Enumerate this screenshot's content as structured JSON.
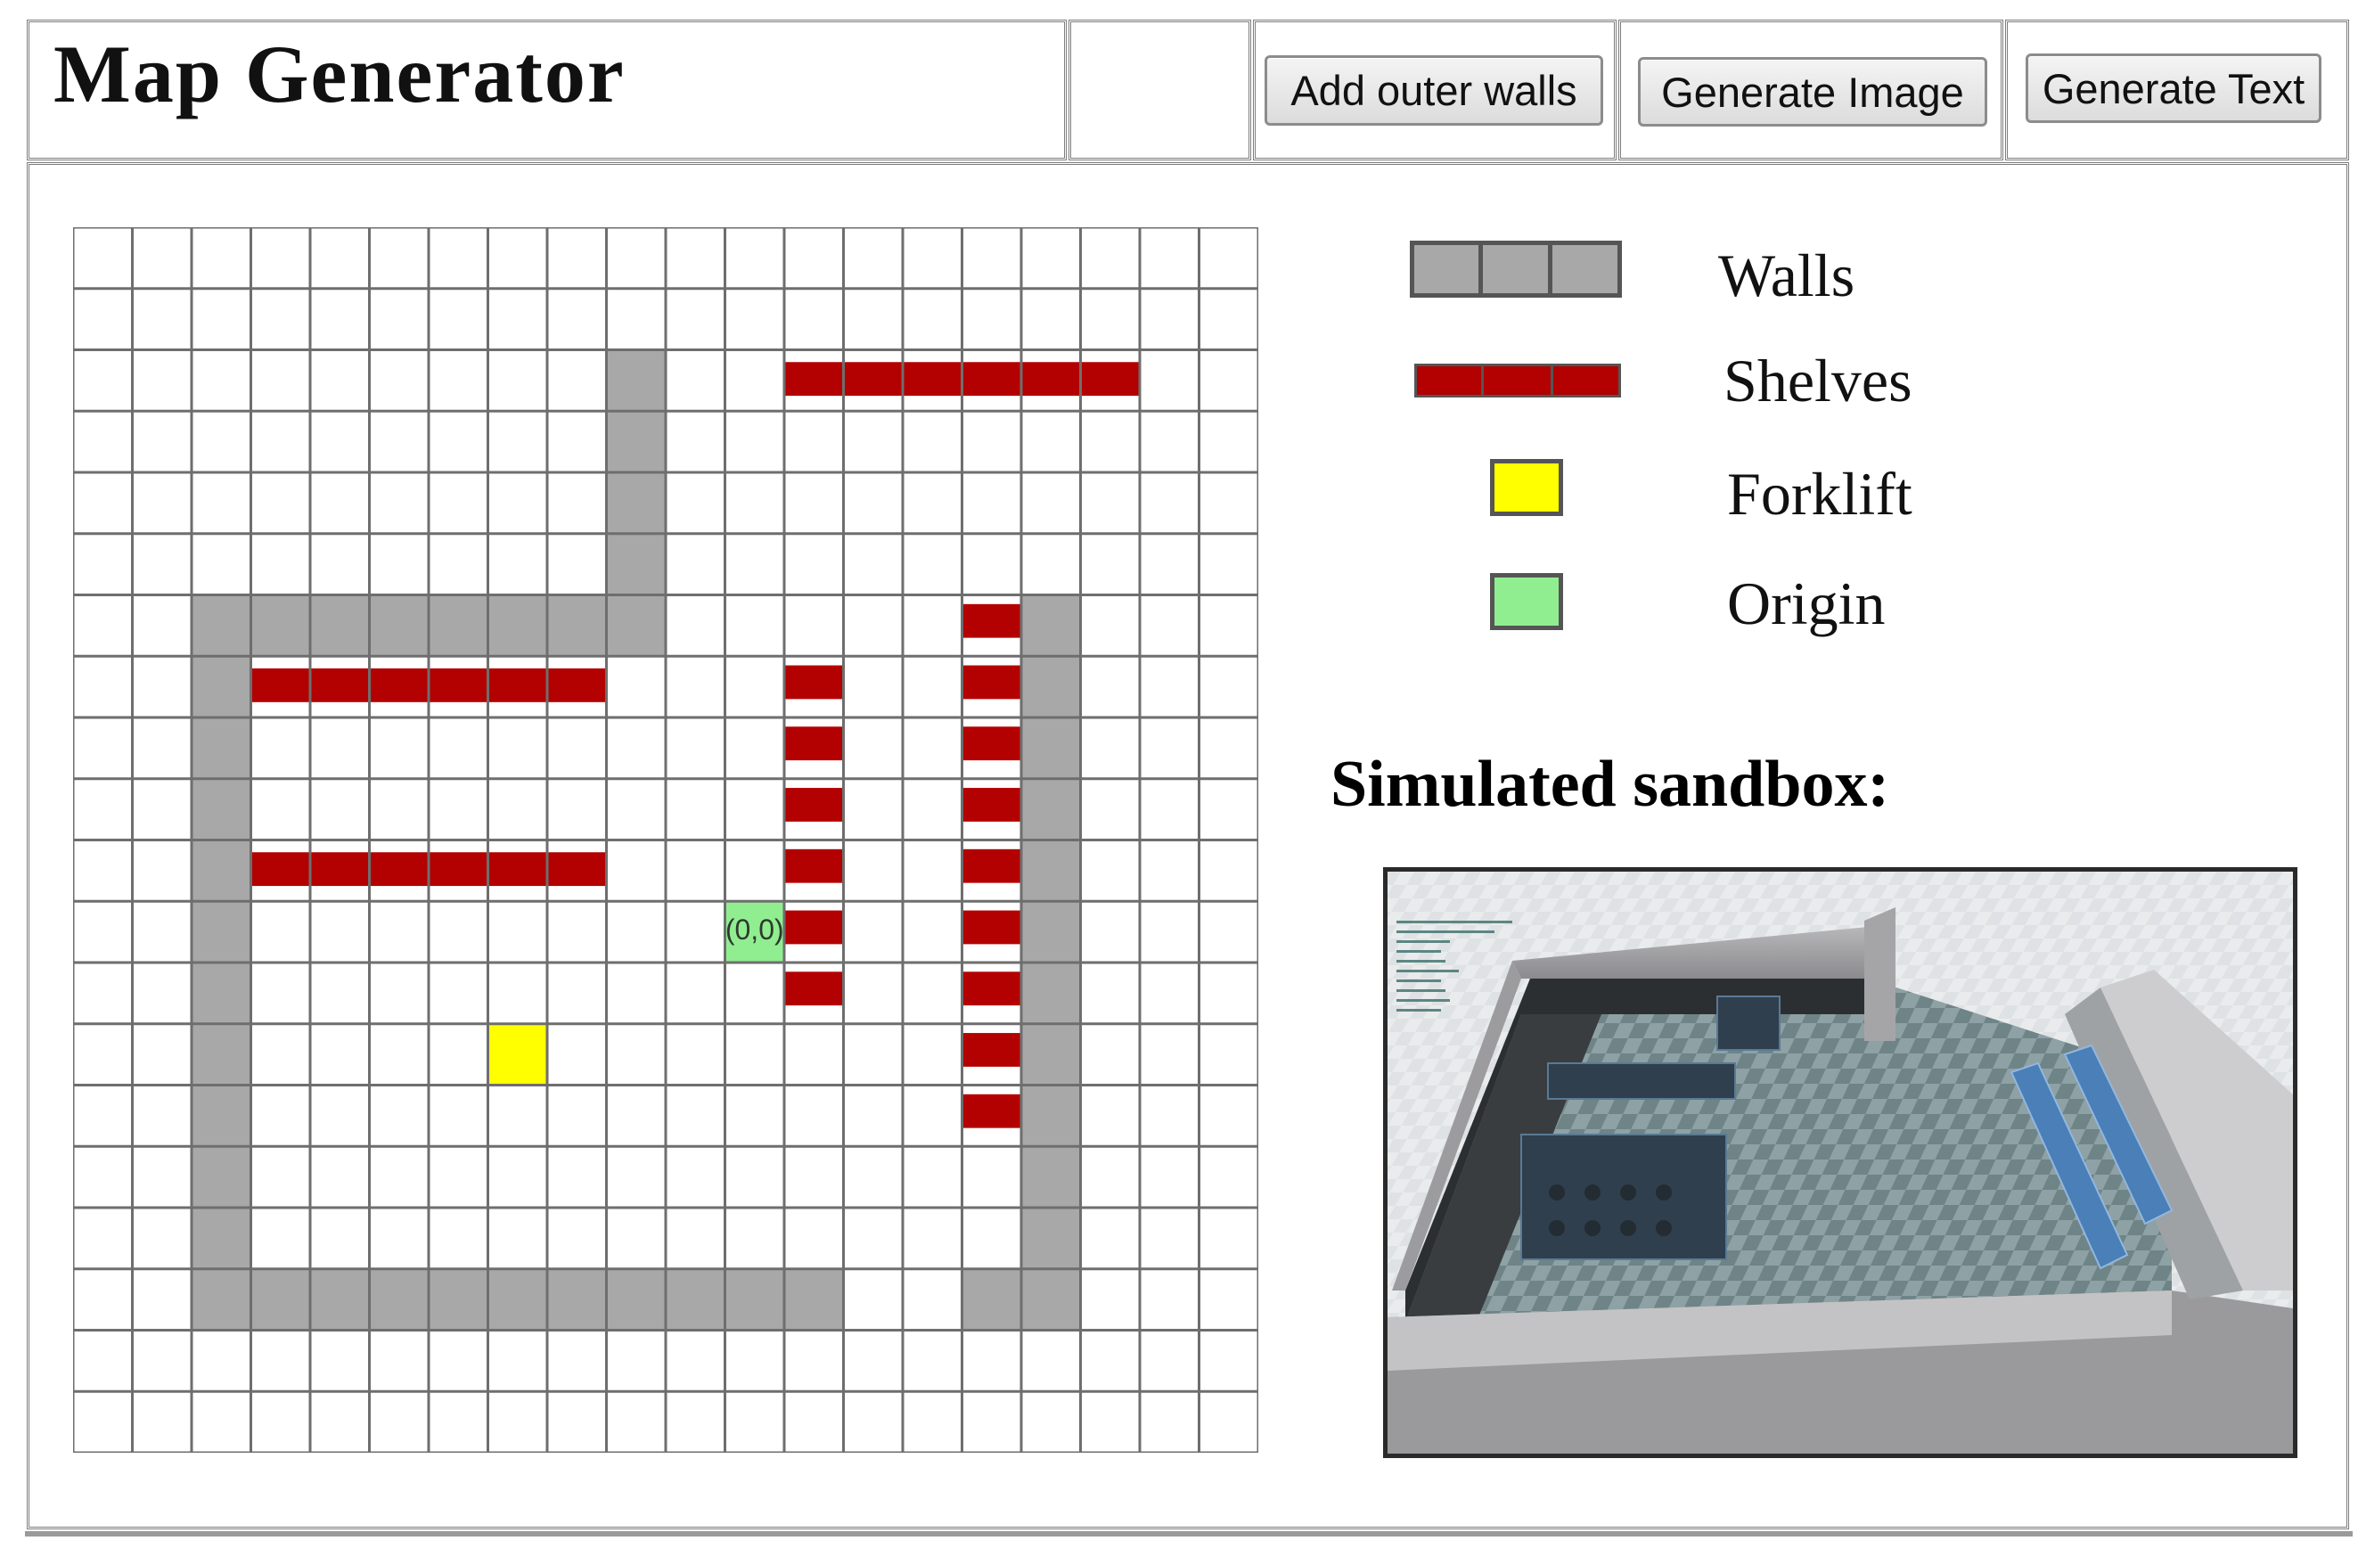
{
  "header": {
    "title": "Map Generator",
    "buttons": {
      "add_outer_walls": "Add outer walls",
      "generate_image": "Generate Image",
      "generate_text": "Generate Text"
    }
  },
  "map": {
    "cols": 20,
    "rows": 20,
    "origin_label": "(0,0)",
    "walls": [
      [
        9,
        2
      ],
      [
        9,
        3
      ],
      [
        9,
        4
      ],
      [
        9,
        5
      ],
      [
        9,
        6
      ],
      [
        2,
        6
      ],
      [
        3,
        6
      ],
      [
        4,
        6
      ],
      [
        5,
        6
      ],
      [
        6,
        6
      ],
      [
        7,
        6
      ],
      [
        8,
        6
      ],
      [
        2,
        7
      ],
      [
        2,
        8
      ],
      [
        2,
        9
      ],
      [
        2,
        10
      ],
      [
        2,
        11
      ],
      [
        2,
        12
      ],
      [
        2,
        13
      ],
      [
        2,
        14
      ],
      [
        2,
        15
      ],
      [
        2,
        16
      ],
      [
        2,
        17
      ],
      [
        3,
        17
      ],
      [
        4,
        17
      ],
      [
        5,
        17
      ],
      [
        6,
        17
      ],
      [
        7,
        17
      ],
      [
        8,
        17
      ],
      [
        9,
        17
      ],
      [
        10,
        17
      ],
      [
        11,
        17
      ],
      [
        12,
        17
      ],
      [
        15,
        17
      ],
      [
        16,
        17
      ],
      [
        16,
        6
      ],
      [
        16,
        7
      ],
      [
        16,
        8
      ],
      [
        16,
        9
      ],
      [
        16,
        10
      ],
      [
        16,
        11
      ],
      [
        16,
        12
      ],
      [
        16,
        13
      ],
      [
        16,
        14
      ],
      [
        16,
        15
      ],
      [
        16,
        16
      ]
    ],
    "shelves_h": [
      {
        "row": 2,
        "c0": 12,
        "c1": 17
      },
      {
        "row": 7,
        "c0": 3,
        "c1": 8
      },
      {
        "row": 10,
        "c0": 3,
        "c1": 8
      }
    ],
    "shelves_v": [
      {
        "col": 12,
        "rows": [
          7,
          8,
          9,
          10,
          11,
          12
        ]
      },
      {
        "col": 15,
        "rows": [
          6,
          7,
          8,
          9,
          10,
          11,
          12,
          13,
          14
        ]
      }
    ],
    "forklift": [
      7,
      13
    ],
    "origin": [
      11,
      11
    ]
  },
  "legend": {
    "walls": "Walls",
    "shelves": "Shelves",
    "forklift": "Forklift",
    "origin": "Origin"
  },
  "sandbox": {
    "title": "Simulated sandbox:"
  },
  "colors": {
    "wall": "#a8a8a8",
    "shelf": "#b30000",
    "forklift": "#ffff00",
    "origin": "#90ee90",
    "grid_line": "#6e6e6e"
  }
}
